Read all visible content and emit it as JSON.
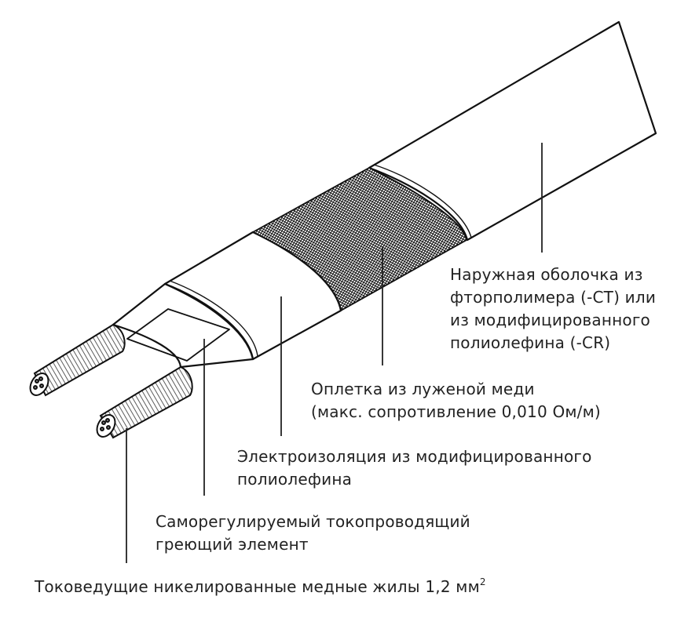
{
  "labels": {
    "outer_jacket": {
      "line1": "Наружная оболочка из",
      "line2": "фторполимера (-CT) или",
      "line3": "из модифицированного",
      "line4": "полиолефина (-CR)"
    },
    "braid": {
      "line1": "Оплетка из луженой меди",
      "line2": "(макс. сопротивление 0,010 Ом/м)"
    },
    "insulation": {
      "line1": "Электроизоляция из модифицированного",
      "line2": "полиолефина"
    },
    "heating_core": {
      "line1": "Саморегулируемый токопроводящий",
      "line2": "греющий элемент"
    },
    "bus_wires": {
      "text": "Токоведущие никелированные медные жилы 1,2 мм",
      "superscript": "2"
    }
  },
  "colors": {
    "ink": "#222222",
    "background": "#ffffff"
  }
}
